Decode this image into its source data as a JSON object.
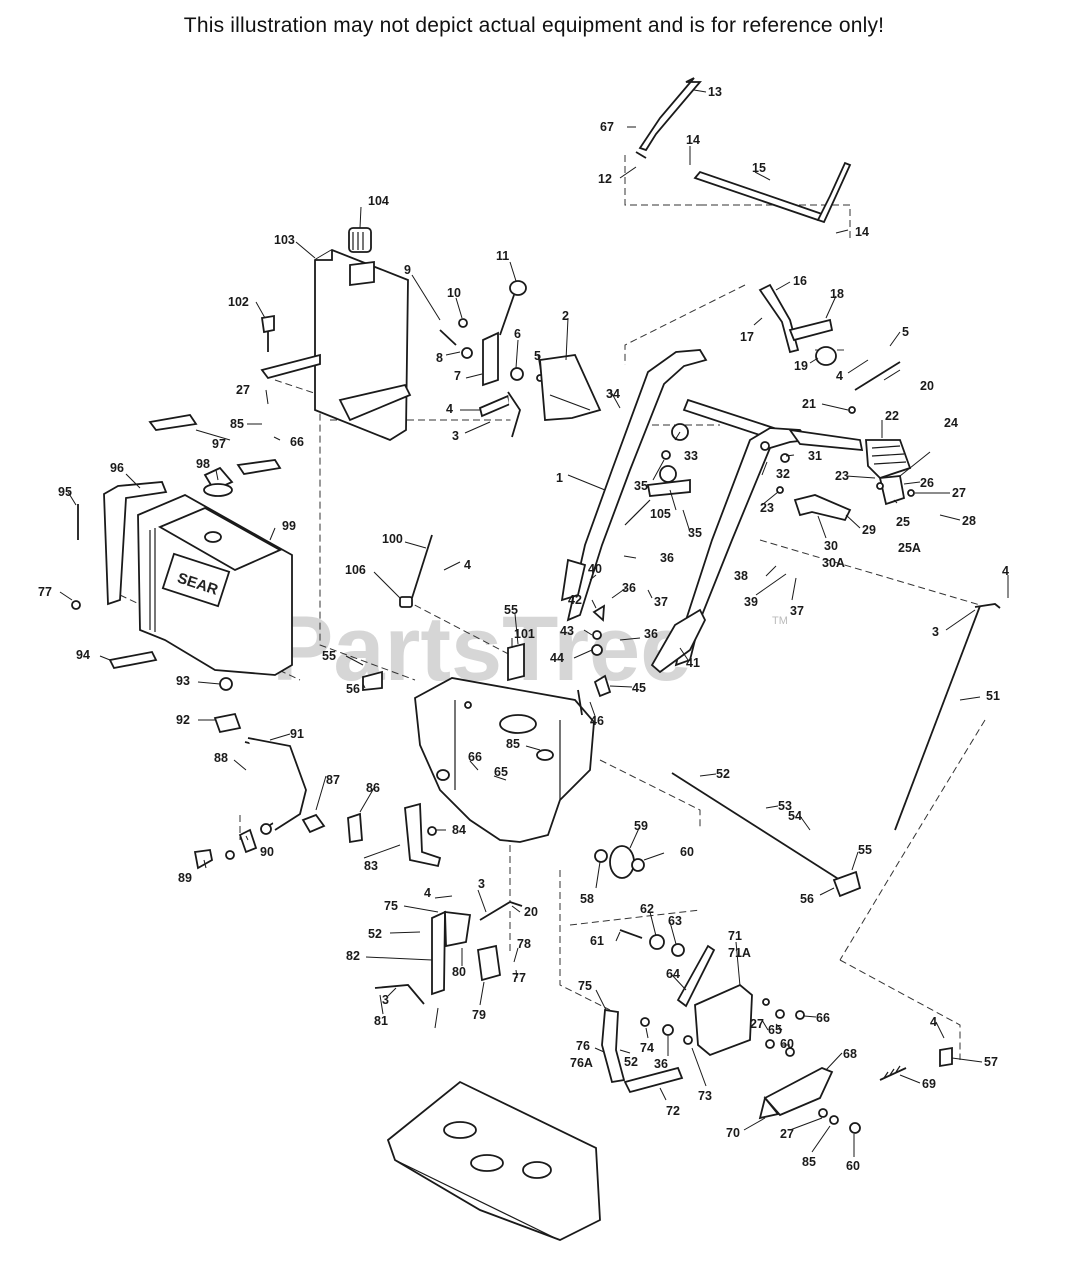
{
  "disclaimer": "This illustration may not depict actual equipment and is for reference only!",
  "watermark": "PartsTree",
  "watermark_tm": "TM",
  "tank_label": "SEAR",
  "callouts": [
    {
      "id": "c13",
      "text": "13"
    },
    {
      "id": "c67a",
      "text": "67"
    },
    {
      "id": "c14a",
      "text": "14"
    },
    {
      "id": "c12",
      "text": "12"
    },
    {
      "id": "c15",
      "text": "15"
    },
    {
      "id": "c14b",
      "text": "14"
    },
    {
      "id": "c104",
      "text": "104"
    },
    {
      "id": "c103",
      "text": "103"
    },
    {
      "id": "c11",
      "text": "11"
    },
    {
      "id": "c9",
      "text": "9"
    },
    {
      "id": "c10",
      "text": "10"
    },
    {
      "id": "c102",
      "text": "102"
    },
    {
      "id": "c8",
      "text": "8"
    },
    {
      "id": "c6",
      "text": "6"
    },
    {
      "id": "c2",
      "text": "2"
    },
    {
      "id": "c5a",
      "text": "5"
    },
    {
      "id": "c7",
      "text": "7"
    },
    {
      "id": "c16",
      "text": "16"
    },
    {
      "id": "c18",
      "text": "18"
    },
    {
      "id": "c17",
      "text": "17"
    },
    {
      "id": "c5b",
      "text": "5"
    },
    {
      "id": "c19",
      "text": "19"
    },
    {
      "id": "c4a",
      "text": "4"
    },
    {
      "id": "c20a",
      "text": "20"
    },
    {
      "id": "c27a",
      "text": "27"
    },
    {
      "id": "c4b",
      "text": "4"
    },
    {
      "id": "c3a",
      "text": "3"
    },
    {
      "id": "c34",
      "text": "34"
    },
    {
      "id": "c85a",
      "text": "85"
    },
    {
      "id": "c66a",
      "text": "66"
    },
    {
      "id": "c97",
      "text": "97"
    },
    {
      "id": "c21",
      "text": "21"
    },
    {
      "id": "c22",
      "text": "22"
    },
    {
      "id": "c33",
      "text": "33"
    },
    {
      "id": "c96",
      "text": "96"
    },
    {
      "id": "c98",
      "text": "98"
    },
    {
      "id": "c1",
      "text": "1"
    },
    {
      "id": "c31",
      "text": "31"
    },
    {
      "id": "c32",
      "text": "32"
    },
    {
      "id": "c24",
      "text": "24"
    },
    {
      "id": "c35a",
      "text": "35"
    },
    {
      "id": "c23a",
      "text": "23"
    },
    {
      "id": "c26",
      "text": "26"
    },
    {
      "id": "c99",
      "text": "99"
    },
    {
      "id": "c95",
      "text": "95"
    },
    {
      "id": "c23b",
      "text": "23"
    },
    {
      "id": "c27b",
      "text": "27"
    },
    {
      "id": "c105",
      "text": "105"
    },
    {
      "id": "c35b",
      "text": "35"
    },
    {
      "id": "c29",
      "text": "29"
    },
    {
      "id": "c25",
      "text": "25"
    },
    {
      "id": "c28",
      "text": "28"
    },
    {
      "id": "c25a",
      "text": "25A"
    },
    {
      "id": "c30",
      "text": "30"
    },
    {
      "id": "c30a",
      "text": "30A"
    },
    {
      "id": "c100",
      "text": "100"
    },
    {
      "id": "c106",
      "text": "106"
    },
    {
      "id": "c4c",
      "text": "4"
    },
    {
      "id": "c36a",
      "text": "36"
    },
    {
      "id": "c77a",
      "text": "77"
    },
    {
      "id": "c40",
      "text": "40"
    },
    {
      "id": "c37a",
      "text": "37"
    },
    {
      "id": "c38",
      "text": "38"
    },
    {
      "id": "c39",
      "text": "39"
    },
    {
      "id": "c37b",
      "text": "37"
    },
    {
      "id": "c4d",
      "text": "4"
    },
    {
      "id": "c36b",
      "text": "36"
    },
    {
      "id": "c42",
      "text": "42"
    },
    {
      "id": "c55a",
      "text": "55"
    },
    {
      "id": "c101",
      "text": "101"
    },
    {
      "id": "c43",
      "text": "43"
    },
    {
      "id": "c36c",
      "text": "36"
    },
    {
      "id": "c3b",
      "text": "3"
    },
    {
      "id": "c94",
      "text": "94"
    },
    {
      "id": "c55b",
      "text": "55"
    },
    {
      "id": "c44",
      "text": "44"
    },
    {
      "id": "c41",
      "text": "41"
    },
    {
      "id": "c56a",
      "text": "56"
    },
    {
      "id": "c45",
      "text": "45"
    },
    {
      "id": "c51",
      "text": "51"
    },
    {
      "id": "c93",
      "text": "93"
    },
    {
      "id": "c46",
      "text": "46"
    },
    {
      "id": "c92",
      "text": "92"
    },
    {
      "id": "c91",
      "text": "91"
    },
    {
      "id": "c85b",
      "text": "85"
    },
    {
      "id": "c66b",
      "text": "66"
    },
    {
      "id": "c65a",
      "text": "65"
    },
    {
      "id": "c52a",
      "text": "52"
    },
    {
      "id": "c88",
      "text": "88"
    },
    {
      "id": "c87",
      "text": "87"
    },
    {
      "id": "c86",
      "text": "86"
    },
    {
      "id": "c53",
      "text": "53"
    },
    {
      "id": "c84",
      "text": "84"
    },
    {
      "id": "c54",
      "text": "54"
    },
    {
      "id": "c59",
      "text": "59"
    },
    {
      "id": "c90",
      "text": "90"
    },
    {
      "id": "c83",
      "text": "83"
    },
    {
      "id": "c60a",
      "text": "60"
    },
    {
      "id": "c55c",
      "text": "55"
    },
    {
      "id": "c89",
      "text": "89"
    },
    {
      "id": "c58",
      "text": "58"
    },
    {
      "id": "c56b",
      "text": "56"
    },
    {
      "id": "c4e",
      "text": "4"
    },
    {
      "id": "c3c",
      "text": "3"
    },
    {
      "id": "c75a",
      "text": "75"
    },
    {
      "id": "c20b",
      "text": "20"
    },
    {
      "id": "c62",
      "text": "62"
    },
    {
      "id": "c63",
      "text": "63"
    },
    {
      "id": "c52b",
      "text": "52"
    },
    {
      "id": "c71",
      "text": "71"
    },
    {
      "id": "c71a",
      "text": "71A"
    },
    {
      "id": "c61",
      "text": "61"
    },
    {
      "id": "c82",
      "text": "82"
    },
    {
      "id": "c78",
      "text": "78"
    },
    {
      "id": "c80",
      "text": "80"
    },
    {
      "id": "c64",
      "text": "64"
    },
    {
      "id": "c77b",
      "text": "77"
    },
    {
      "id": "c3d",
      "text": "3"
    },
    {
      "id": "c79",
      "text": "79"
    },
    {
      "id": "c75b",
      "text": "75"
    },
    {
      "id": "c81",
      "text": "81"
    },
    {
      "id": "c66c",
      "text": "66"
    },
    {
      "id": "c4f",
      "text": "4"
    },
    {
      "id": "c27c",
      "text": "27"
    },
    {
      "id": "c65b",
      "text": "65"
    },
    {
      "id": "c74",
      "text": "74"
    },
    {
      "id": "c76",
      "text": "76"
    },
    {
      "id": "c76a",
      "text": "76A"
    },
    {
      "id": "c36d",
      "text": "36"
    },
    {
      "id": "c60b",
      "text": "60"
    },
    {
      "id": "c68",
      "text": "68"
    },
    {
      "id": "c57",
      "text": "57"
    },
    {
      "id": "c52c",
      "text": "52"
    },
    {
      "id": "c69",
      "text": "69"
    },
    {
      "id": "c73",
      "text": "73"
    },
    {
      "id": "c72",
      "text": "72"
    },
    {
      "id": "c70",
      "text": "70"
    },
    {
      "id": "c27d",
      "text": "27"
    },
    {
      "id": "c85c",
      "text": "85"
    },
    {
      "id": "c60c",
      "text": "60"
    }
  ]
}
